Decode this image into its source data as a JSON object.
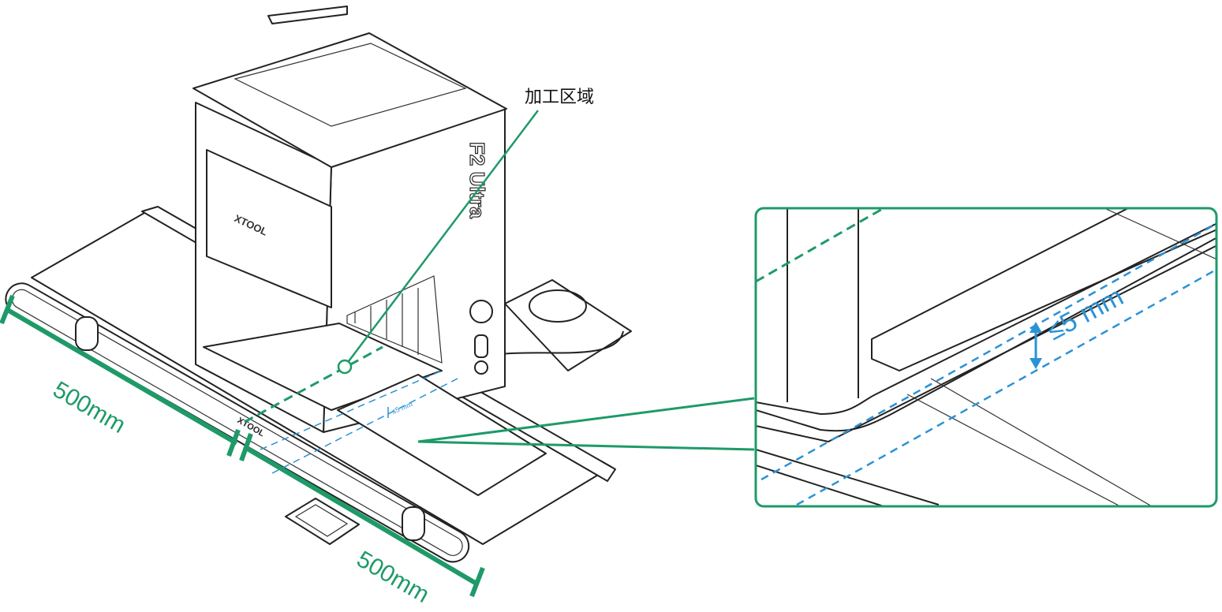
{
  "labels": {
    "processing_area": "加工区域",
    "length_left": "500mm",
    "length_right": "500mm",
    "gap_small": "≤5 mm",
    "gap_callout": "≤5 mm",
    "brand_front": "XTOOL",
    "brand_conveyor": "XTOOL",
    "model": "F2 Ultra"
  },
  "colors": {
    "dimension": "#1e9a68",
    "tolerance": "#2a93d5",
    "outline": "#222222"
  }
}
